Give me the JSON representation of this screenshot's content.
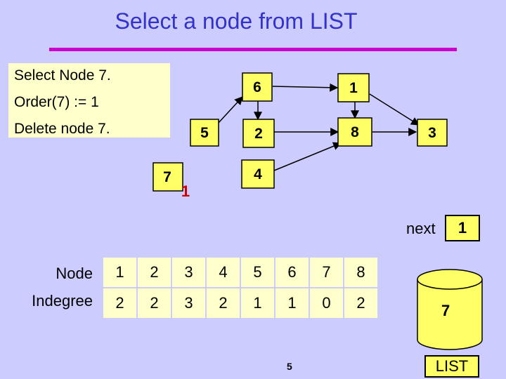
{
  "title": "Select a node from LIST",
  "info": {
    "line1": "Select Node 7.",
    "line2": "Order(7) := 1",
    "line3": "Delete node 7."
  },
  "graph": {
    "nodes": [
      {
        "id": "n6",
        "label": "6"
      },
      {
        "id": "n1",
        "label": "1"
      },
      {
        "id": "n5",
        "label": "5"
      },
      {
        "id": "n2",
        "label": "2"
      },
      {
        "id": "n8",
        "label": "8"
      },
      {
        "id": "n3",
        "label": "3"
      },
      {
        "id": "n7",
        "label": "7"
      },
      {
        "id": "n4",
        "label": "4"
      }
    ],
    "edges": [
      {
        "from": "5",
        "to": "6"
      },
      {
        "from": "6",
        "to": "1"
      },
      {
        "from": "6",
        "to": "2"
      },
      {
        "from": "1",
        "to": "8"
      },
      {
        "from": "1",
        "to": "3"
      },
      {
        "from": "2",
        "to": "8"
      },
      {
        "from": "8",
        "to": "3"
      },
      {
        "from": "4",
        "to": "8"
      }
    ],
    "order_label": "1"
  },
  "next": {
    "label": "next",
    "value": "1"
  },
  "table": {
    "row1_label": "Node",
    "row2_label": "Indegree",
    "nodes": [
      "1",
      "2",
      "3",
      "4",
      "5",
      "6",
      "7",
      "8"
    ],
    "indegree": [
      "2",
      "2",
      "3",
      "2",
      "1",
      "1",
      "0",
      "2"
    ]
  },
  "list": {
    "value": "7",
    "label": "LIST"
  },
  "page_number": "5",
  "colors": {
    "background": "#CCCCFF",
    "title": "#3333CC",
    "rule": "#CC00CC",
    "node_fill": "#FFFF66",
    "box_fill": "#FFFFCC",
    "order": "#CC0000"
  }
}
